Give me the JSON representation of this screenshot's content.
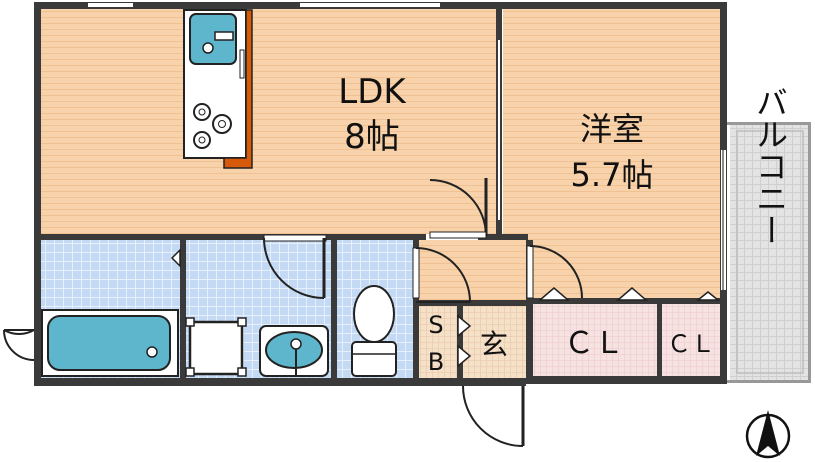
{
  "rooms": {
    "ldk": {
      "name": "LDK",
      "size": "8帖"
    },
    "western": {
      "name": "洋室",
      "size": "5.7帖"
    },
    "balcony": {
      "name": "バルコニー"
    },
    "entrance": {
      "name": "玄"
    },
    "shoe_box": {
      "line1": "S",
      "line2": "B"
    },
    "closet_large": {
      "name": "ＣＬ"
    },
    "closet_small": {
      "name": "ＣＬ"
    }
  },
  "compass": {
    "north_icon": "north-arrow-icon"
  },
  "colors": {
    "wood_floor": "#f7d2aa",
    "wood_stripe": "#efc193",
    "tile": "#c4d9f3",
    "closet": "#f7e2e2",
    "balcony": "#e5e5e5",
    "fixture_blue": "#5eb6cc",
    "counter_orange": "#d65a0a",
    "wall": "#3a3a3a"
  }
}
